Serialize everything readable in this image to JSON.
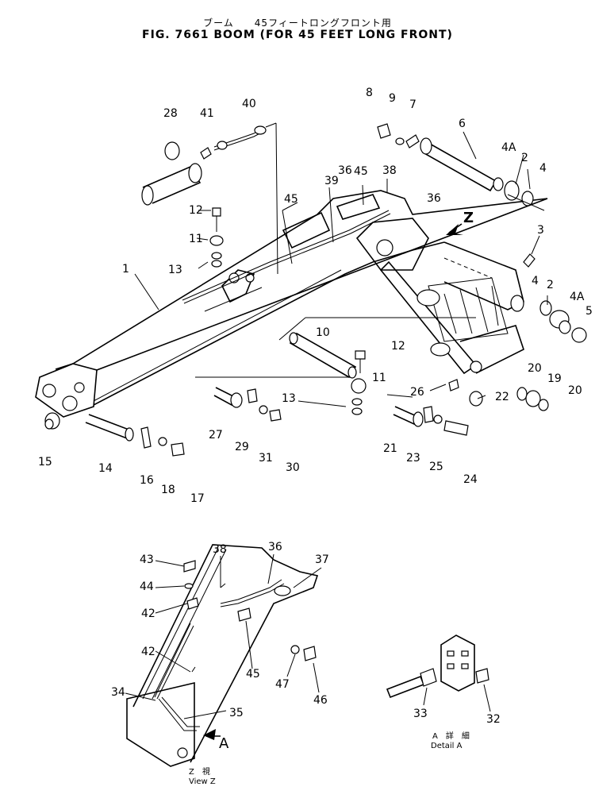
{
  "title": {
    "japanese": "ブーム　　45フィートロングフロント用",
    "english": "FIG. 7661  BOOM (FOR 45 FEET LONG FRONT)"
  },
  "part_labels": {
    "p1": "1",
    "p2a": "2",
    "p2b": "2",
    "p3": "3",
    "p4a": "4",
    "p4b": "4",
    "p4Aa": "4A",
    "p4Ab": "4A",
    "p5": "5",
    "p6": "6",
    "p7": "7",
    "p8": "8",
    "p9": "9",
    "p10": "10",
    "p11a": "11",
    "p11b": "11",
    "p12a": "12",
    "p12b": "12",
    "p13a": "13",
    "p13b": "13",
    "p14": "14",
    "p15": "15",
    "p16": "16",
    "p17": "17",
    "p18": "18",
    "p19": "19",
    "p20a": "20",
    "p20b": "20",
    "p21": "21",
    "p22": "22",
    "p23": "23",
    "p24": "24",
    "p25": "25",
    "p26": "26",
    "p27": "27",
    "p28": "28",
    "p29": "29",
    "p30": "30",
    "p31": "31",
    "p36a": "36",
    "p38a": "38",
    "p39": "39",
    "p40": "40",
    "p41": "41",
    "p45a": "45",
    "p45b": "45",
    "p32": "32",
    "p33": "33",
    "p34": "34",
    "p35": "35",
    "p36b": "36",
    "p37": "37",
    "p38b": "38",
    "p42a": "42",
    "p42b": "42",
    "p43": "43",
    "p44": "44",
    "p45c": "45",
    "p46": "46",
    "p47": "47"
  },
  "view_markers": {
    "z_arrow": "Z",
    "a_arrow": "A",
    "view_z_jp": "Z　視",
    "view_z_en": "View Z",
    "detail_a_jp": "A　詳　細",
    "detail_a_en": "Detail A"
  }
}
